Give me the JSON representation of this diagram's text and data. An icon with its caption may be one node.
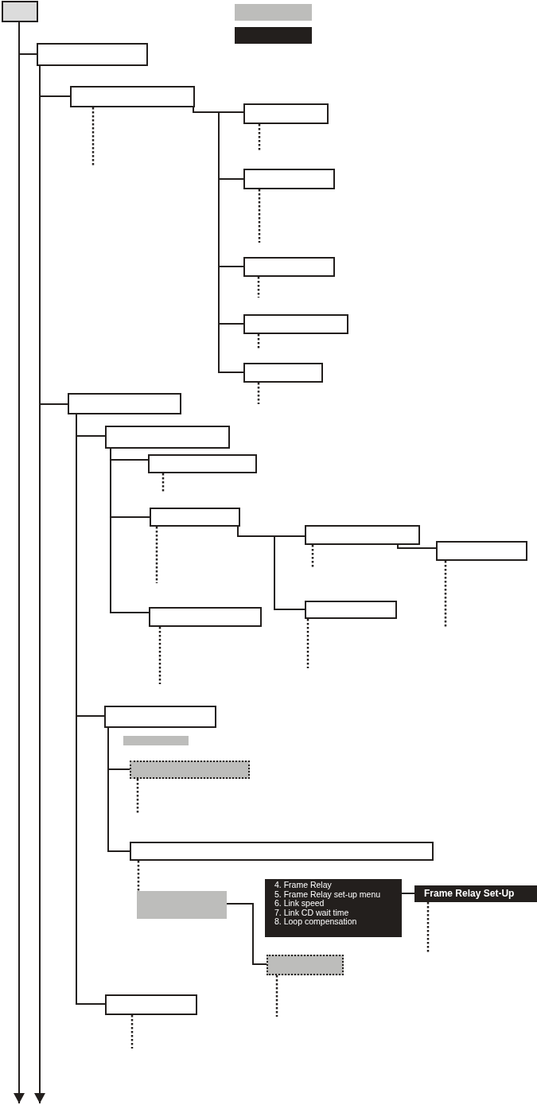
{
  "diagram": {
    "nodes": [
      {
        "text": [],
        "shape": "box"
      },
      {
        "text": [],
        "shape": "box"
      },
      {
        "text": [],
        "shape": "box"
      },
      {
        "text": [],
        "shape": "box"
      },
      {
        "text": [],
        "shape": "box"
      },
      {
        "text": [],
        "shape": "box"
      },
      {
        "text": [],
        "shape": "box"
      },
      {
        "text": [],
        "shape": "box"
      },
      {
        "text": [],
        "shape": "box"
      },
      {
        "text": [],
        "shape": "box"
      },
      {
        "text": [],
        "shape": "box"
      },
      {
        "text": [],
        "shape": "box"
      },
      {
        "text": [],
        "shape": "box"
      },
      {
        "text": [],
        "shape": "box"
      },
      {
        "text": [],
        "shape": "box"
      },
      {
        "text": [],
        "shape": "box"
      },
      {
        "text": [],
        "shape": "box"
      },
      {
        "text": [],
        "shape": "box"
      },
      {
        "text": [],
        "shape": "box"
      },
      {
        "text": [],
        "shape": "box"
      },
      {
        "text": [],
        "shape": "box"
      },
      {
        "text": [],
        "shape": "box"
      },
      {
        "text": [],
        "shape": "box"
      },
      {
        "text": [
          "4. Frame Relay",
          "5. Frame Relay set-up menu",
          "6. Link speed",
          "7. Link CD wait time",
          "8. Loop compensation"
        ]
      },
      {
        "text": [
          "Frame Relay Set-Up"
        ]
      },
      {
        "text": [],
        "shape": "box"
      },
      {
        "text": [],
        "shape": "box"
      }
    ],
    "edges": [
      {
        "from": 0,
        "to": 3,
        "arrow": "none"
      },
      {
        "from": 0,
        "to": null,
        "arrow": "to"
      },
      {
        "from": 3,
        "to": 4,
        "arrow": "none"
      },
      {
        "from": 3,
        "to": 10,
        "arrow": "none"
      },
      {
        "from": 3,
        "to": null,
        "arrow": "to"
      },
      {
        "from": 4,
        "to": 5,
        "arrow": "none"
      },
      {
        "from": 4,
        "to": 6,
        "arrow": "none"
      },
      {
        "from": 4,
        "to": 7,
        "arrow": "none"
      },
      {
        "from": 4,
        "to": 8,
        "arrow": "none"
      },
      {
        "from": 4,
        "to": 9,
        "arrow": "none"
      },
      {
        "from": 10,
        "to": 11,
        "arrow": "none"
      },
      {
        "from": 10,
        "to": 18,
        "arrow": "none"
      },
      {
        "from": 10,
        "to": 26,
        "arrow": "none"
      },
      {
        "from": 11,
        "to": 12,
        "arrow": "none"
      },
      {
        "from": 11,
        "to": 13,
        "arrow": "none"
      },
      {
        "from": 11,
        "to": 17,
        "arrow": "none"
      },
      {
        "from": 13,
        "to": 14,
        "arrow": "none"
      },
      {
        "from": 13,
        "to": 16,
        "arrow": "none"
      },
      {
        "from": 14,
        "to": 15,
        "arrow": "none"
      },
      {
        "from": 18,
        "to": 20,
        "arrow": "none"
      },
      {
        "from": 18,
        "to": 21,
        "arrow": "none"
      },
      {
        "from": 21,
        "to": 22,
        "arrow": "none",
        "style": "dashed"
      },
      {
        "from": 22,
        "to": 25,
        "arrow": "none"
      },
      {
        "from": 23,
        "to": 24,
        "arrow": "none"
      },
      {
        "from": 4,
        "to": null,
        "arrow": "none",
        "style": "dashed"
      },
      {
        "from": 5,
        "to": null,
        "arrow": "none",
        "style": "dashed"
      },
      {
        "from": 6,
        "to": null,
        "arrow": "none",
        "style": "dashed"
      },
      {
        "from": 7,
        "to": null,
        "arrow": "none",
        "style": "dashed"
      },
      {
        "from": 8,
        "to": null,
        "arrow": "none",
        "style": "dashed"
      },
      {
        "from": 9,
        "to": null,
        "arrow": "none",
        "style": "dashed"
      },
      {
        "from": 12,
        "to": null,
        "arrow": "none",
        "style": "dashed"
      },
      {
        "from": 13,
        "to": null,
        "arrow": "none",
        "style": "dashed"
      },
      {
        "from": 14,
        "to": null,
        "arrow": "none",
        "style": "dashed"
      },
      {
        "from": 15,
        "to": null,
        "arrow": "none",
        "style": "dashed"
      },
      {
        "from": 16,
        "to": null,
        "arrow": "none",
        "style": "dashed"
      },
      {
        "from": 17,
        "to": null,
        "arrow": "none",
        "style": "dashed"
      },
      {
        "from": 20,
        "to": null,
        "arrow": "none",
        "style": "dashed"
      },
      {
        "from": 24,
        "to": null,
        "arrow": "none",
        "style": "dashed"
      },
      {
        "from": 25,
        "to": null,
        "arrow": "none",
        "style": "dashed"
      },
      {
        "from": 26,
        "to": null,
        "arrow": "none",
        "style": "dashed"
      }
    ]
  }
}
